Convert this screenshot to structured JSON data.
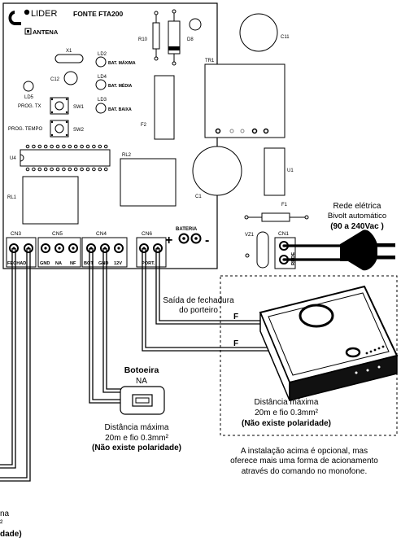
{
  "board": {
    "brand": "LIDER",
    "model": "FONTE FTA200",
    "antenna_label": "ANTENA",
    "components": {
      "x1": "X1",
      "c12": "C12",
      "ld5": "LD5",
      "prog_tx": "PROG. TX",
      "sw1": "SW1",
      "prog_tempo": "PROG. TEMPO",
      "sw2": "SW2",
      "ld2": "LD2",
      "bat_maxima": "BAT. MÁXIMA",
      "ld4": "LD4",
      "bat_media": "BAT. MÉDIA",
      "ld3": "LD3",
      "bat_baixa": "BAT. BAIXA",
      "r10": "R10",
      "d8": "D8",
      "c11": "C11",
      "tr1": "TR1",
      "f2": "F2",
      "u4": "U4",
      "rl2": "RL2",
      "c1": "C1",
      "u1": "U1",
      "rl1": "RL1",
      "f1": "F1",
      "vz1": "VZ1",
      "bateria": "BATERIA"
    },
    "connectors": {
      "cn3": {
        "label": "CN3",
        "pins": "FECHAD."
      },
      "cn5": {
        "label": "CN5",
        "pins": [
          "GND",
          "NA",
          "NF"
        ]
      },
      "cn4": {
        "label": "CN4",
        "pins": [
          "BOT",
          "GND",
          "12V"
        ]
      },
      "cn6": {
        "label": "CN6",
        "pins": "PORT."
      },
      "cn1": {
        "label": "CN1",
        "pins": "REDE"
      }
    },
    "battery_sign_plus": "+",
    "battery_sign_minus": "-"
  },
  "annotations": {
    "rede_line1": "Rede elétrica",
    "rede_line2": "Bivolt automático",
    "rede_line3": "(90 a 240Vac )",
    "saida_line1": "Saída de fechadura",
    "saida_line2": "do porteiro",
    "wire_f": "F",
    "botoeira_title": "Botoeira",
    "botoeira_sub": "NA",
    "dist_left_line1": "Distância máxima",
    "dist_left_line2": "20m e fio 0.3mm²",
    "dist_left_line3": "(Não existe polaridade)",
    "dist_right_line1": "Distância máxima",
    "dist_right_line2": "20m e fio 0.3mm²",
    "dist_right_line3": "(Não existe polaridade)",
    "note_line1": "A instalação acima é opcional, mas",
    "note_line2": "oferece mais uma forma de acionamento",
    "note_line3": "através do comando no monofone.",
    "cut_line1": "na",
    "cut_line2": "²",
    "cut_line3": "dade)"
  }
}
